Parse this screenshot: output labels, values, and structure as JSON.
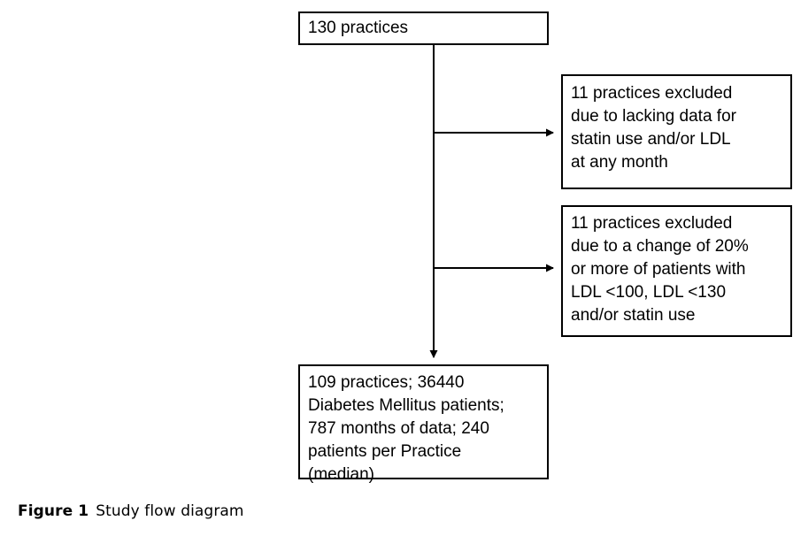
{
  "figure": {
    "caption_label": "Figure 1",
    "caption_text": "Study flow diagram",
    "background_color": "#ffffff",
    "line_color": "#000000",
    "text_color": "#000000"
  },
  "diagram": {
    "type": "flowchart",
    "orientation": "top-to-bottom with right-side exclusion branches",
    "nodes": {
      "source": {
        "id": "source",
        "label": "130 practices",
        "count": 130,
        "unit": "practices"
      },
      "exclusion_1": {
        "id": "exclusion-1",
        "label": "11 practices excluded\ndue to lacking data for\nstatin use and/or LDL\nat any month",
        "count": 11,
        "unit": "practices"
      },
      "exclusion_2": {
        "id": "exclusion-2",
        "label": "11 practices excluded\ndue to a change of 20%\nor more of patients with\nLDL <100, LDL <130\nand/or statin use",
        "count": 11,
        "unit": "practices"
      },
      "outcome": {
        "id": "outcome",
        "label": "109 practices; 36440\nDiabetes Mellitus patients;\n787 months of data; 240\npatients per Practice\n(median)",
        "practices": 109,
        "patients": 36440,
        "months_of_data": 787,
        "median_patients_per_practice": 240
      }
    },
    "edges": [
      {
        "from": "source",
        "to": "exclusion-1",
        "style": "elbow-right-arrow"
      },
      {
        "from": "source",
        "to": "exclusion-2",
        "style": "elbow-right-arrow"
      },
      {
        "from": "source",
        "to": "outcome",
        "style": "vertical-arrow"
      }
    ]
  }
}
